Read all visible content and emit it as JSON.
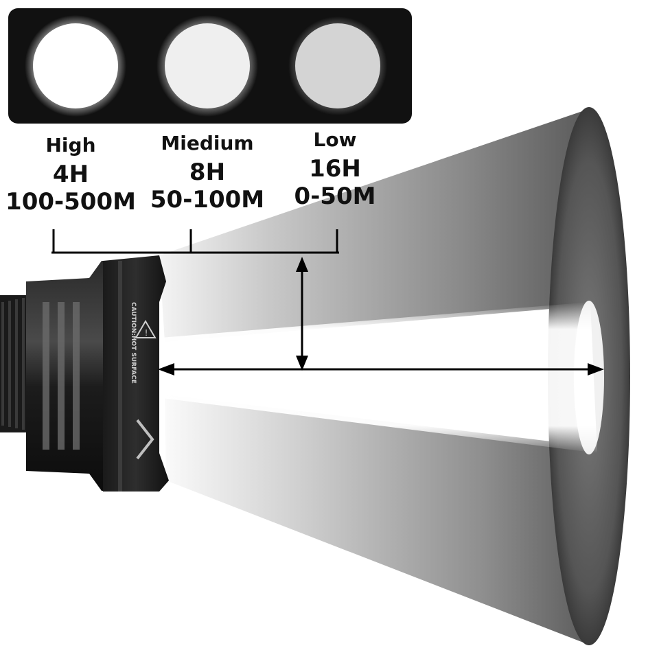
{
  "modes": [
    {
      "name": "High",
      "hours": "4H",
      "range": "100-500M",
      "brightness": "#ffffff"
    },
    {
      "name": "Miedium",
      "hours": "8H",
      "range": "50-100M",
      "brightness": "#eeeeee"
    },
    {
      "name": "Low",
      "hours": "16H",
      "range": "0-50M",
      "brightness": "#d8d8d8"
    }
  ],
  "flashlight": {
    "bezel_text": "CAUTION:HOT SURFACE"
  },
  "colors": {
    "panel": "#111111",
    "beam_dark": "#4a4a4a",
    "beam_mid": "#8c8c8c",
    "core": "#ffffff",
    "arrows": "#000000"
  }
}
